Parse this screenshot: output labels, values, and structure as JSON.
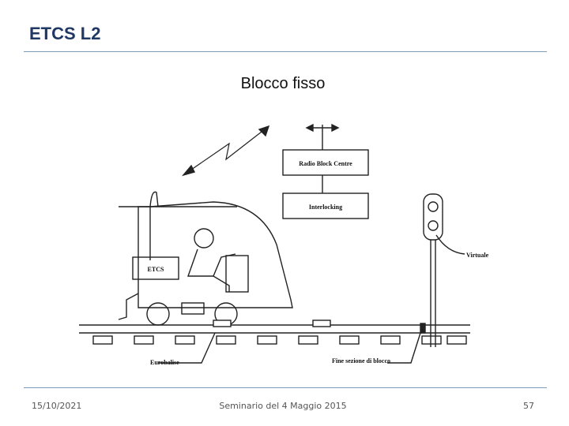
{
  "slide": {
    "title": "ETCS L2",
    "subtitle": "Blocco fisso"
  },
  "diagram": {
    "labels": {
      "rbc": "Radio Block Centre",
      "interlocking": "Interlocking",
      "etcs": "ETCS",
      "virtuale": "Virtuale",
      "eurobalise": "Eurobalise",
      "fine_sezione": "Fine sezione di blocco"
    },
    "icons": [
      "radio-signal-icon",
      "antenna-icon",
      "train-driver-icon",
      "signal-light-icon",
      "balise-icon"
    ]
  },
  "footer": {
    "date": "15/10/2021",
    "center": "Seminario del 4 Maggio 2015",
    "page": "57"
  }
}
